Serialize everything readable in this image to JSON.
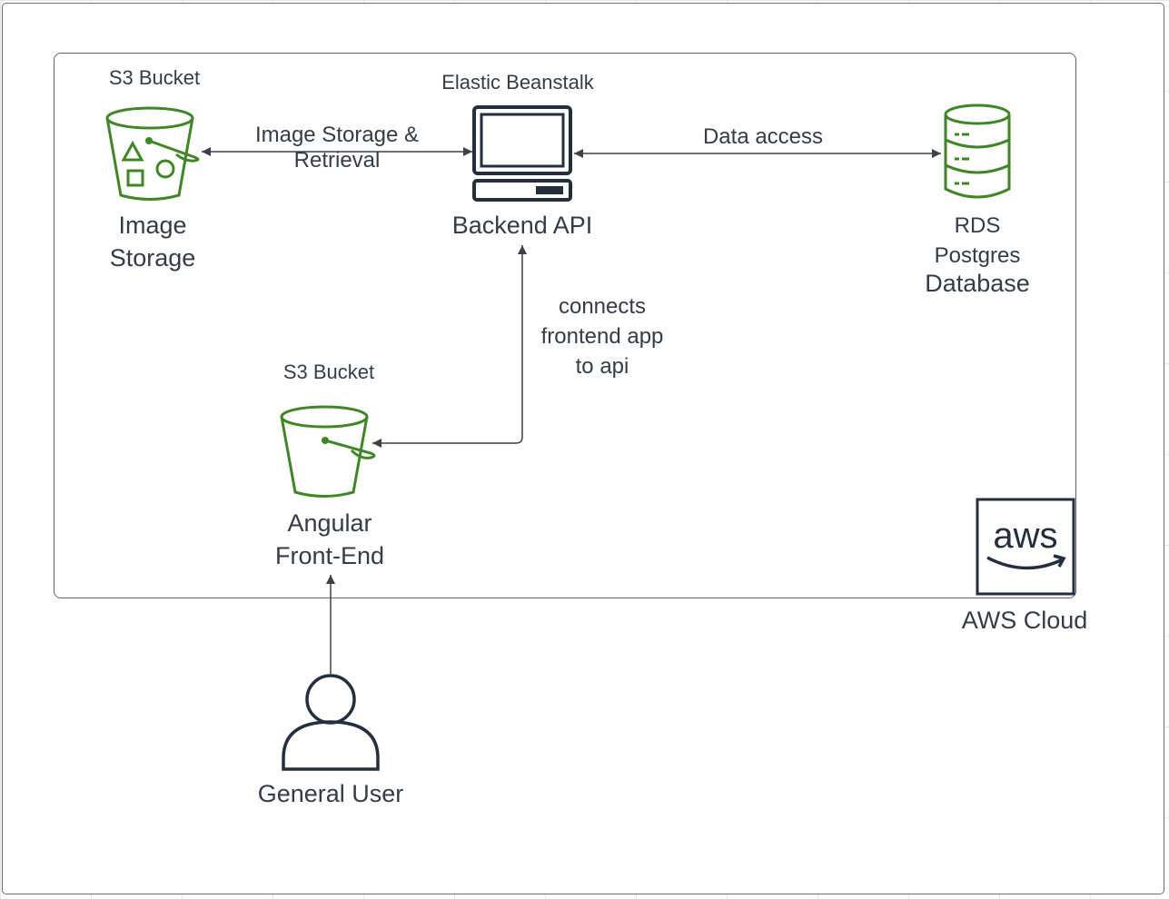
{
  "diagram": {
    "cloud_label": "AWS Cloud",
    "aws_logo_text": "aws",
    "nodes": {
      "image_storage": {
        "service": "S3 Bucket",
        "name": "Image\nStorage"
      },
      "backend": {
        "service": "Elastic Beanstalk",
        "name": "Backend API"
      },
      "database": {
        "name": "RDS\nPostgres",
        "name_line2": "Database"
      },
      "frontend": {
        "service": "S3 Bucket",
        "name": "Angular\nFront-End"
      },
      "user": {
        "name": "General User"
      }
    },
    "edges": {
      "storage_backend": "Image Storage &\nRetrieval",
      "backend_db": "Data access",
      "frontend_backend": "connects\nfrontend app\nto api"
    },
    "colors": {
      "aws_green": "#3f8624",
      "ink": "#232f3e",
      "line": "#3d424a"
    }
  }
}
